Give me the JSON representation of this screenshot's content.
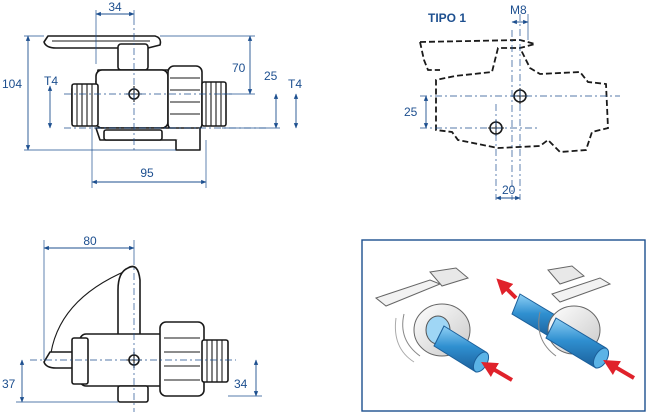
{
  "view_front": {
    "dim_top": "34",
    "dim_height_total": "104",
    "dim_height_70": "70",
    "dim_height_25": "25",
    "dim_t4_left": "T4",
    "dim_t4_right": "T4",
    "dim_width": "95"
  },
  "view_tipo1": {
    "title": "TIPO 1",
    "dim_thread": "M8",
    "dim_vertical": "25",
    "dim_horizontal": "20"
  },
  "view_bottom": {
    "dim_top": "80",
    "dim_left": "37",
    "dim_right": "34"
  },
  "colors": {
    "dimension": "#1d4f8f",
    "outline": "#1a1a1a",
    "flow_arrow": "#e0222b",
    "pipe_blue": "#2f8fd0"
  },
  "icons": [
    "valve-flow-straight-icon",
    "valve-flow-through-icon"
  ]
}
